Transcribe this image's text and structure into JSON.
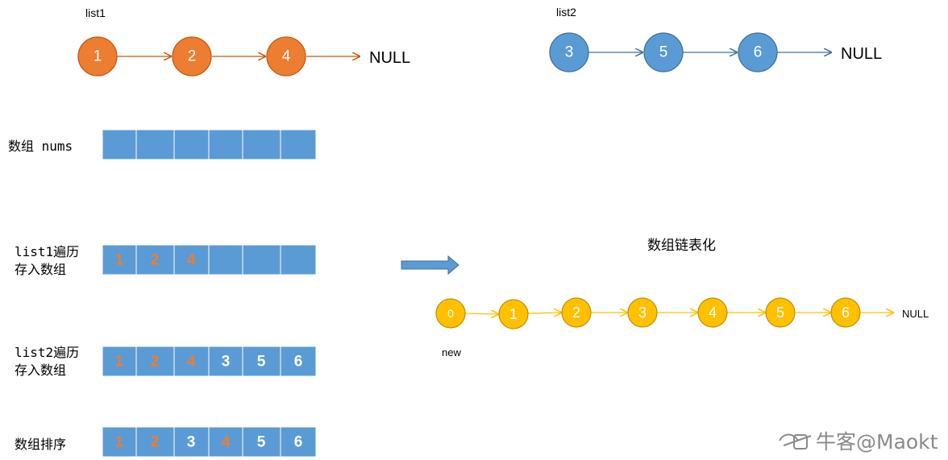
{
  "list1": {
    "label": "list1",
    "nodes": [
      "1",
      "2",
      "4"
    ],
    "end": "NULL",
    "color": "#ED7D31",
    "stroke": "#C55A11",
    "arrow_color": "#C55A11"
  },
  "list2": {
    "label": "list2",
    "nodes": [
      "3",
      "5",
      "6"
    ],
    "end": "NULL",
    "color": "#5B9BD5",
    "stroke": "#41719C",
    "arrow_color": "#41719C"
  },
  "arrays": {
    "cell_color": "#5B9BD5",
    "orange_text": "#ED7D31",
    "white_text": "#FFFFFF",
    "rows": [
      {
        "label_lines": [
          "数组 nums"
        ],
        "cells": [
          {
            "value": "",
            "color": "white"
          },
          {
            "value": "",
            "color": "white"
          },
          {
            "value": "",
            "color": "white"
          },
          {
            "value": "",
            "color": "white"
          },
          {
            "value": "",
            "color": "white"
          },
          {
            "value": "",
            "color": "white"
          }
        ]
      },
      {
        "label_lines": [
          "list1遍历",
          "存入数组"
        ],
        "cells": [
          {
            "value": "1",
            "color": "orange"
          },
          {
            "value": "2",
            "color": "orange"
          },
          {
            "value": "4",
            "color": "orange"
          },
          {
            "value": "",
            "color": "white"
          },
          {
            "value": "",
            "color": "white"
          },
          {
            "value": "",
            "color": "white"
          }
        ]
      },
      {
        "label_lines": [
          "list2遍历",
          "存入数组"
        ],
        "cells": [
          {
            "value": "1",
            "color": "orange"
          },
          {
            "value": "2",
            "color": "orange"
          },
          {
            "value": "4",
            "color": "orange"
          },
          {
            "value": "3",
            "color": "white"
          },
          {
            "value": "5",
            "color": "white"
          },
          {
            "value": "6",
            "color": "white"
          }
        ]
      },
      {
        "label_lines": [
          "数组排序"
        ],
        "cells": [
          {
            "value": "1",
            "color": "orange"
          },
          {
            "value": "2",
            "color": "orange"
          },
          {
            "value": "3",
            "color": "white"
          },
          {
            "value": "4",
            "color": "orange"
          },
          {
            "value": "5",
            "color": "white"
          },
          {
            "value": "6",
            "color": "white"
          }
        ]
      }
    ]
  },
  "transform_arrow": {
    "color": "#5B9BD5"
  },
  "result": {
    "title": "数组链表化",
    "nodes": [
      "0",
      "1",
      "2",
      "3",
      "4",
      "5",
      "6"
    ],
    "end": "NULL",
    "head_label": "new",
    "color": "#FFC000",
    "stroke": "#BF9000",
    "arrow_color": "#FFC000"
  },
  "watermark": {
    "text": "牛客@Maokt",
    "icon": "nowcoder-logo-icon"
  }
}
